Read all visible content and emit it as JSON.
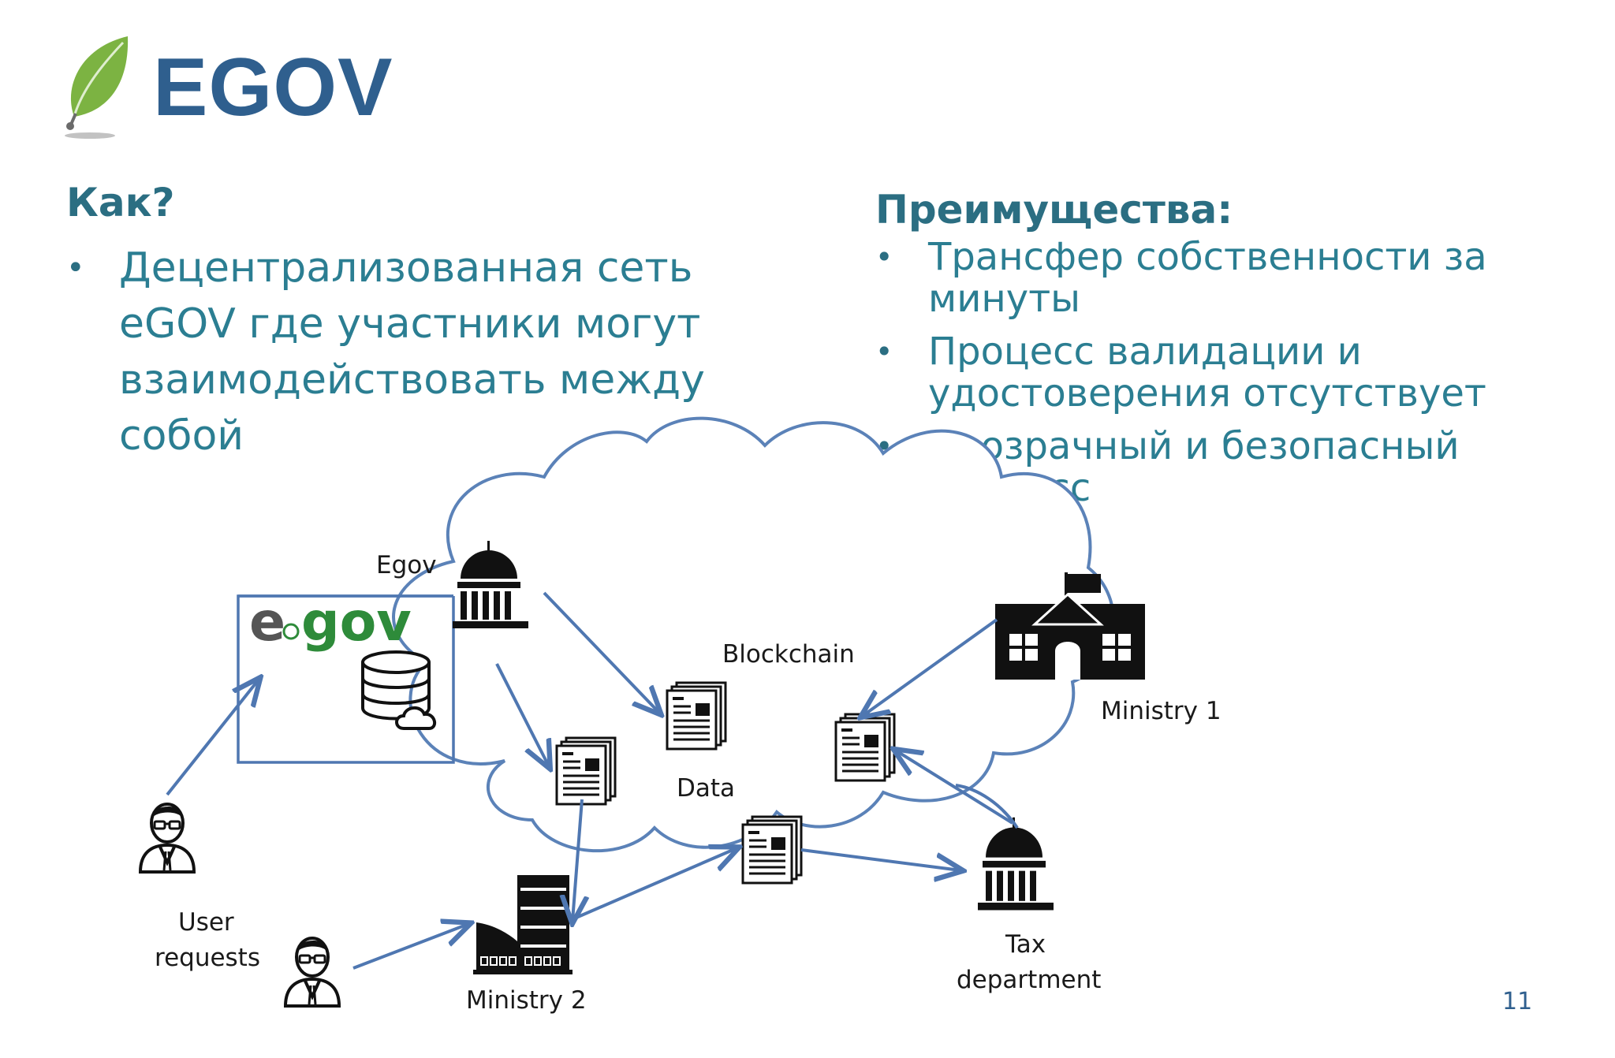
{
  "header": {
    "brand": "EGOV"
  },
  "left": {
    "heading": "Как?",
    "bullets": [
      "Децентрализованная сеть eGOV где участники могут взаимодействовать между собой"
    ]
  },
  "right": {
    "heading": "Преимущества:",
    "bullets": [
      "Трансфер собственности за минуты",
      "Процесс валидации и удостоверения отсутствует",
      "Прозрачный и безопасный процесс"
    ]
  },
  "diagram": {
    "labels": {
      "egov": "Egov",
      "blockchain": "Blockchain",
      "data": "Data",
      "ministry1": "Ministry 1",
      "ministry2": "Ministry 2",
      "user_requests_1": "User",
      "user_requests_2": "requests",
      "tax_1": "Tax",
      "tax_2": "department"
    },
    "logo": {
      "prefix": "e",
      "suffix": "gov"
    },
    "colors": {
      "cloud": "#5b82b8",
      "arrow": "#4f77b1",
      "logo_gray": "#555555",
      "logo_green": "#2e8b3a"
    }
  },
  "footer": {
    "page_number": "11"
  }
}
